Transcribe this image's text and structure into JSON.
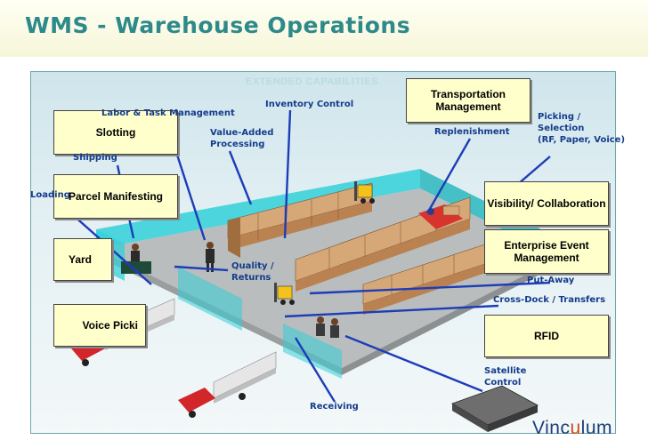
{
  "header": {
    "title": "WMS - Warehouse Operations"
  },
  "panel": {
    "heading": "EXTENDED CAPABILITIES"
  },
  "boxes": {
    "slotting": "Slotting",
    "parcel_manifesting": "Parcel Manifesting",
    "yard": "Yard",
    "voice_picking": "Voice Picki",
    "transportation": "Transportation Management",
    "visibility": "Visibility/ Collaboration",
    "enterprise_event": "Enterprise Event Management",
    "rfid": "RFID"
  },
  "callouts": {
    "labor_task": "Labor & Task Management",
    "inventory_control": "Inventory Control",
    "value_added_1": "Value-Added",
    "value_added_2": "Processing",
    "shipping": "Shipping",
    "loading": "Loading",
    "quality_1": "Quality /",
    "quality_2": "Returns",
    "replenishment": "Replenishment",
    "picking_1": "Picking /",
    "picking_2": "Selection",
    "picking_3": "(RF, Paper, Voice)",
    "put_away": "Put-Away",
    "cross_dock": "Cross-Dock / Transfers",
    "satellite_1": "Satellite",
    "satellite_2": "Control",
    "receiving": "Receiving"
  },
  "logo": {
    "prefix": "Vinc",
    "u": "u",
    "suffix": "lum"
  },
  "colors": {
    "title": "#2e8a8a",
    "callout_text": "#143c8c",
    "box_fill": "#ffffcc",
    "wall": "#33d0d8",
    "floor": "#b9bdbd",
    "truck_red": "#d2262a"
  }
}
